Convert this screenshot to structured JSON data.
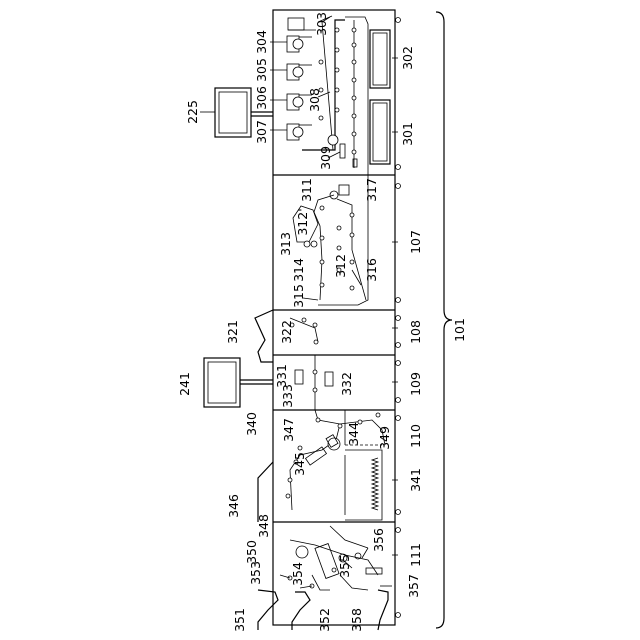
{
  "labels": {
    "n101": "101",
    "n107": "107",
    "n108": "108",
    "n109": "109",
    "n110": "110",
    "n111": "111",
    "n225": "225",
    "n241": "241",
    "n301": "301",
    "n302": "302",
    "n303": "303",
    "n304": "304",
    "n305": "305",
    "n306": "306",
    "n307": "307",
    "n308": "308",
    "n309": "309",
    "n311": "311",
    "n312": "312",
    "n312p": "312'",
    "n313": "313",
    "n314": "314",
    "n315": "315",
    "n316": "316",
    "n317": "317",
    "n321": "321",
    "n322": "322",
    "n331": "331",
    "n332": "332",
    "n333": "333",
    "n340": "340",
    "n341": "341",
    "n344": "344",
    "n345": "345",
    "n346": "346",
    "n347": "347",
    "n348": "348",
    "n349": "349",
    "n350": "350",
    "n351": "351",
    "n352": "352",
    "n353": "353",
    "n354": "354",
    "n355": "355",
    "n356": "356",
    "n357": "357",
    "n358": "358"
  }
}
